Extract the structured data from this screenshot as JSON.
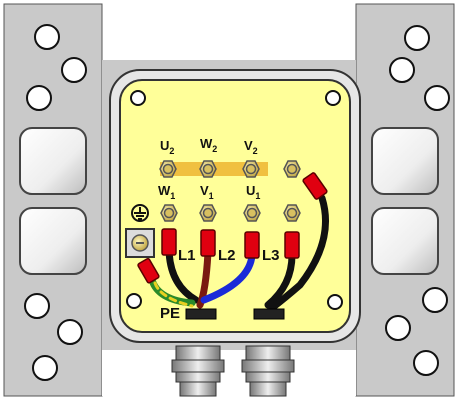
{
  "terminal_top_row": [
    {
      "letter": "U",
      "index": "2"
    },
    {
      "letter": "W",
      "index": "2"
    },
    {
      "letter": "V",
      "index": "2"
    }
  ],
  "terminal_bottom_row": [
    {
      "letter": "W",
      "index": "1"
    },
    {
      "letter": "V",
      "index": "1"
    },
    {
      "letter": "U",
      "index": "1"
    }
  ],
  "phase_labels": [
    "L1",
    "L2",
    "L3"
  ],
  "earth_label": "PE",
  "earth_symbol": "earth-ground-symbol",
  "colors": {
    "frame": "#c9c9c9",
    "frame_border": "#4a4a4a",
    "terminal_box": "#ffff99",
    "bridge": "#f0c040",
    "wire_black": "#111111",
    "wire_brown": "#7a1a10",
    "wire_blue": "#1a2ad8",
    "wire_green": "#2a8a2a",
    "wire_yellow": "#e8d020",
    "sleeve": "#e00010"
  }
}
